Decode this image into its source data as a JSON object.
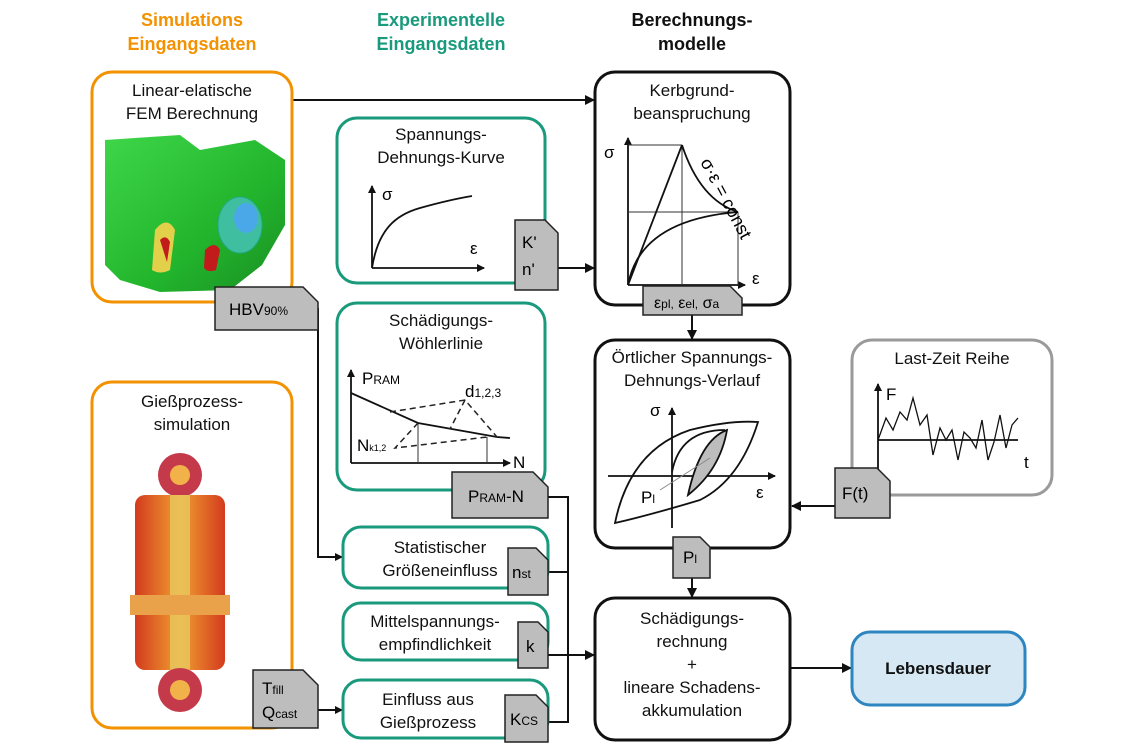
{
  "colors": {
    "simulation": "#f39200",
    "experiment": "#1a9a7c",
    "model": "#111111",
    "load": "#9a9a9a",
    "result_fill": "#d6e8f3",
    "result_stroke": "#2e86c1",
    "tag": "#bdbdbd"
  },
  "headers": {
    "simulation": [
      "Simulations",
      "Eingangsdaten"
    ],
    "experiment": [
      "Experimentelle",
      "Eingangsdaten"
    ],
    "models": [
      "Berechnungs-",
      "modelle"
    ]
  },
  "simulation": {
    "fem": {
      "title": [
        "Linear-elatische",
        "FEM Berechnung"
      ],
      "tag_main": "HBV",
      "tag_sub": "90%"
    },
    "casting": {
      "title": [
        "Gießprozess-",
        "simulation"
      ],
      "tag_line1_main": "T",
      "tag_line1_sub": "fill",
      "tag_line2_main": "Q",
      "tag_line2_sub": "cast"
    }
  },
  "experiment": {
    "stress_strain": {
      "title": [
        "Spannungs-",
        "Dehnungs-Kurve"
      ],
      "y_axis": "σ",
      "x_axis": "ε",
      "tag": [
        "K'",
        "n'"
      ]
    },
    "woehler": {
      "title": [
        "Schädigungs-",
        "Wöhlerlinie"
      ],
      "y_axis_main": "P",
      "y_axis_sub": "RAM",
      "x_axis": "N",
      "label_d_main": "d",
      "label_d_sub": "1,2,3",
      "label_nk_main": "N",
      "label_nk_sub": "k1,2",
      "tag_main": "P",
      "tag_sub": "RAM",
      "tag_suffix": "-N"
    },
    "size_effect": {
      "title": [
        "Statistischer",
        "Größeneinfluss"
      ],
      "tag_main": "n",
      "tag_sub": "st"
    },
    "mean_stress": {
      "title": [
        "Mittelspannungs-",
        "empfindlichkeit"
      ],
      "tag": "k"
    },
    "casting_influence": {
      "title": [
        "Einfluss aus",
        "Gießprozess"
      ],
      "tag_main": "K",
      "tag_sub": "CS"
    }
  },
  "models": {
    "notch": {
      "title": [
        "Kerbgrund-",
        "beanspruchung"
      ],
      "y_axis": "σ",
      "x_axis": "ε",
      "curve_label": "σ·ε = const",
      "tag_e1": "ε",
      "tag_e1_sub": "pl,",
      "tag_e2": "ε",
      "tag_e2_sub": "el,",
      "tag_s": "σ",
      "tag_s_sub": "a"
    },
    "local": {
      "title": [
        "Örtlicher Spannungs-",
        "Dehnungs-Verlauf"
      ],
      "y_axis": "σ",
      "x_axis": "ε",
      "label_main": "P",
      "label_sub": "l",
      "tag_main": "P",
      "tag_sub": "l"
    },
    "damage": {
      "title": [
        "Schädigungs-",
        "rechnung",
        "+",
        "lineare Schadens-",
        "akkumulation"
      ]
    }
  },
  "load": {
    "title": "Last-Zeit Reihe",
    "y_axis": "F",
    "x_axis": "t",
    "tag": "F(t)"
  },
  "result": {
    "label": "Lebensdauer"
  }
}
